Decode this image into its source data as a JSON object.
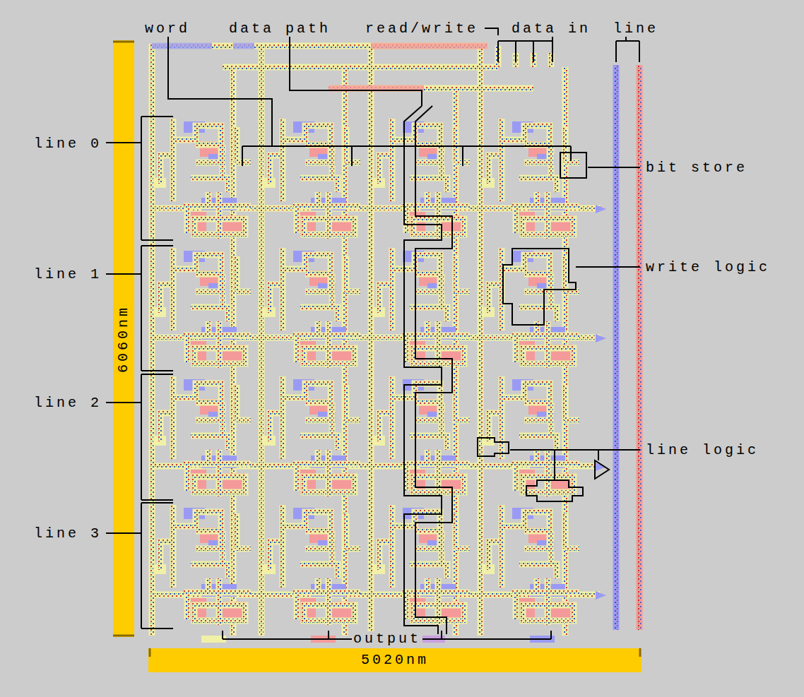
{
  "diagram": {
    "labels": [
      "word",
      "data path",
      "read/write",
      "data in",
      "line",
      "line 0",
      "line 1",
      "line 2",
      "line 3",
      "bit store",
      "write logic",
      "line logic",
      "output",
      "6060nm",
      "5020nm"
    ]
  }
}
